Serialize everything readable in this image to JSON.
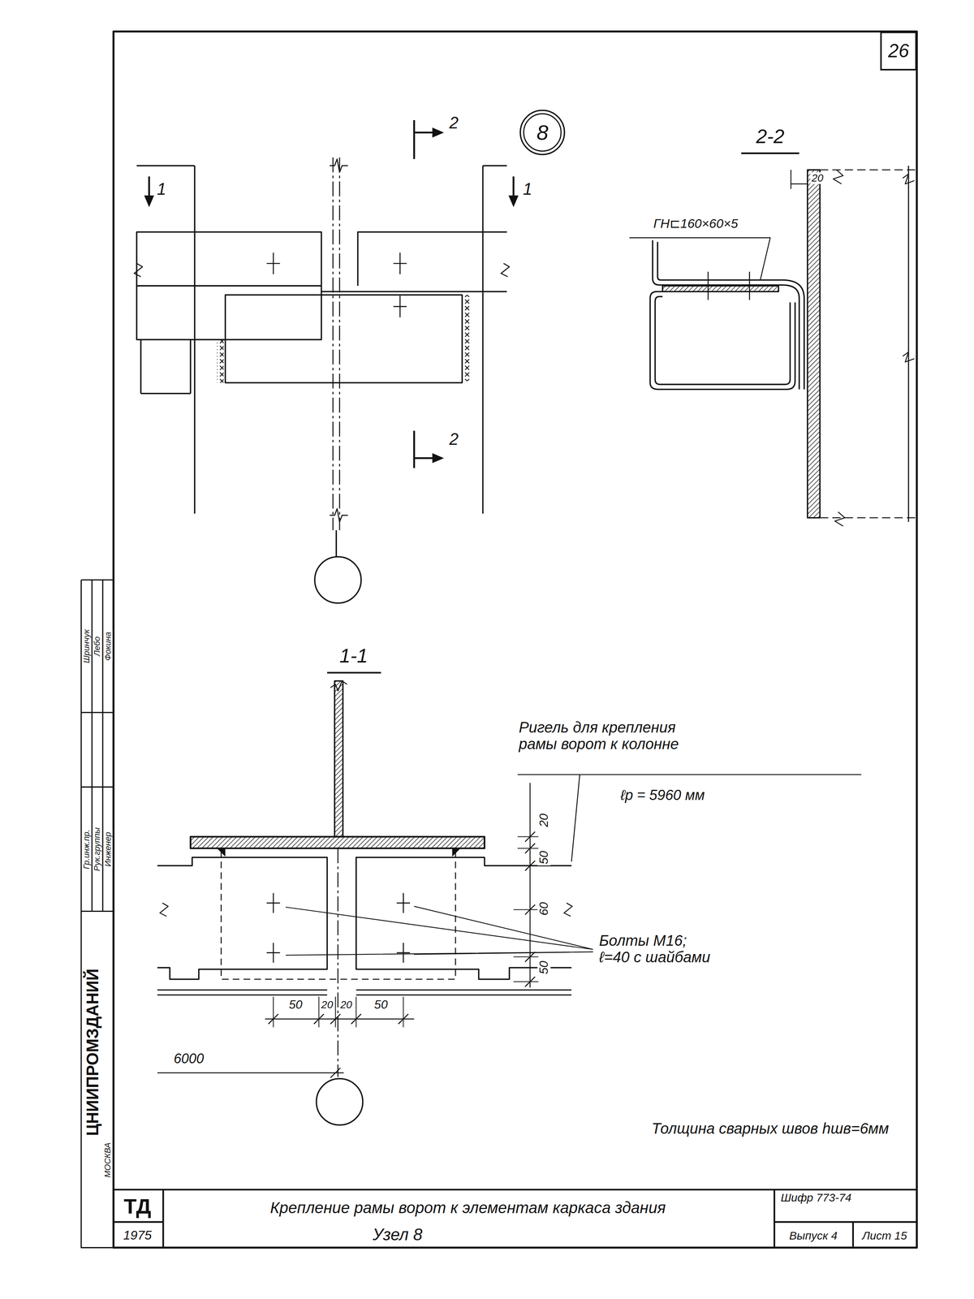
{
  "diagram": {
    "title": "Крепление рамы ворот к элементам каркаса здания",
    "nodes": [
      {
        "text": [
          "26"
        ]
      },
      {
        "text": [
          "8"
        ]
      }
    ],
    "labels": [
      "1",
      "1",
      "2",
      "2",
      "2-2",
      "20",
      "ГН⊏160×60×5",
      "1-1",
      "Ригель для крепления рамы ворот к колонне",
      "ℓр = 5960 мм",
      "20",
      "50",
      "60",
      "50",
      "Болты М16; ℓ=40 с шайбами",
      "50",
      "20",
      "20",
      "50",
      "6000",
      "Толщина сварных швов hшв=6мм",
      "ТД",
      "1975",
      "Узел 8",
      "Шифр 773-74",
      "Выпуск 4",
      "Лист 15",
      "ЦНИИПРОМЗДАНИЙ",
      "МОСКВА",
      "Гр.инж.пр.",
      "Рук.группы",
      "Инженер",
      "Шринчук",
      "Лебо",
      "Фокина"
    ]
  }
}
